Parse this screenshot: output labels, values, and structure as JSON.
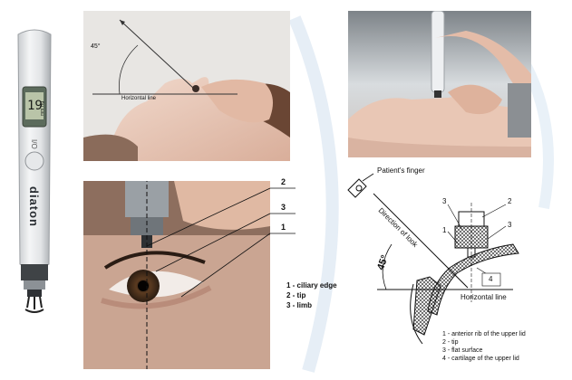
{
  "device": {
    "brand": "diaton",
    "display_value": "19",
    "unit": "mm Hg",
    "power_label": "I/O"
  },
  "top_left_photo": {
    "angle_label": "45°",
    "horizontal_label": "Horizontal line"
  },
  "eye_closeup": {
    "callouts": [
      "2",
      "3",
      "1"
    ],
    "legend": [
      "1  - ciliary edge",
      "2  - tip",
      "3  - limb"
    ]
  },
  "diagram": {
    "patient_finger": "Patient's finger",
    "direction_of_look": "Direction of look",
    "angle_label": "45°",
    "horizontal_label": "Horizontal line",
    "callouts": [
      "3",
      "2",
      "1",
      "3",
      "4"
    ],
    "legend": [
      "1 - anterior rib of the upper lid",
      "2 - tip",
      "3 - flat surface",
      "4 - cartilage of the upper lid"
    ]
  }
}
